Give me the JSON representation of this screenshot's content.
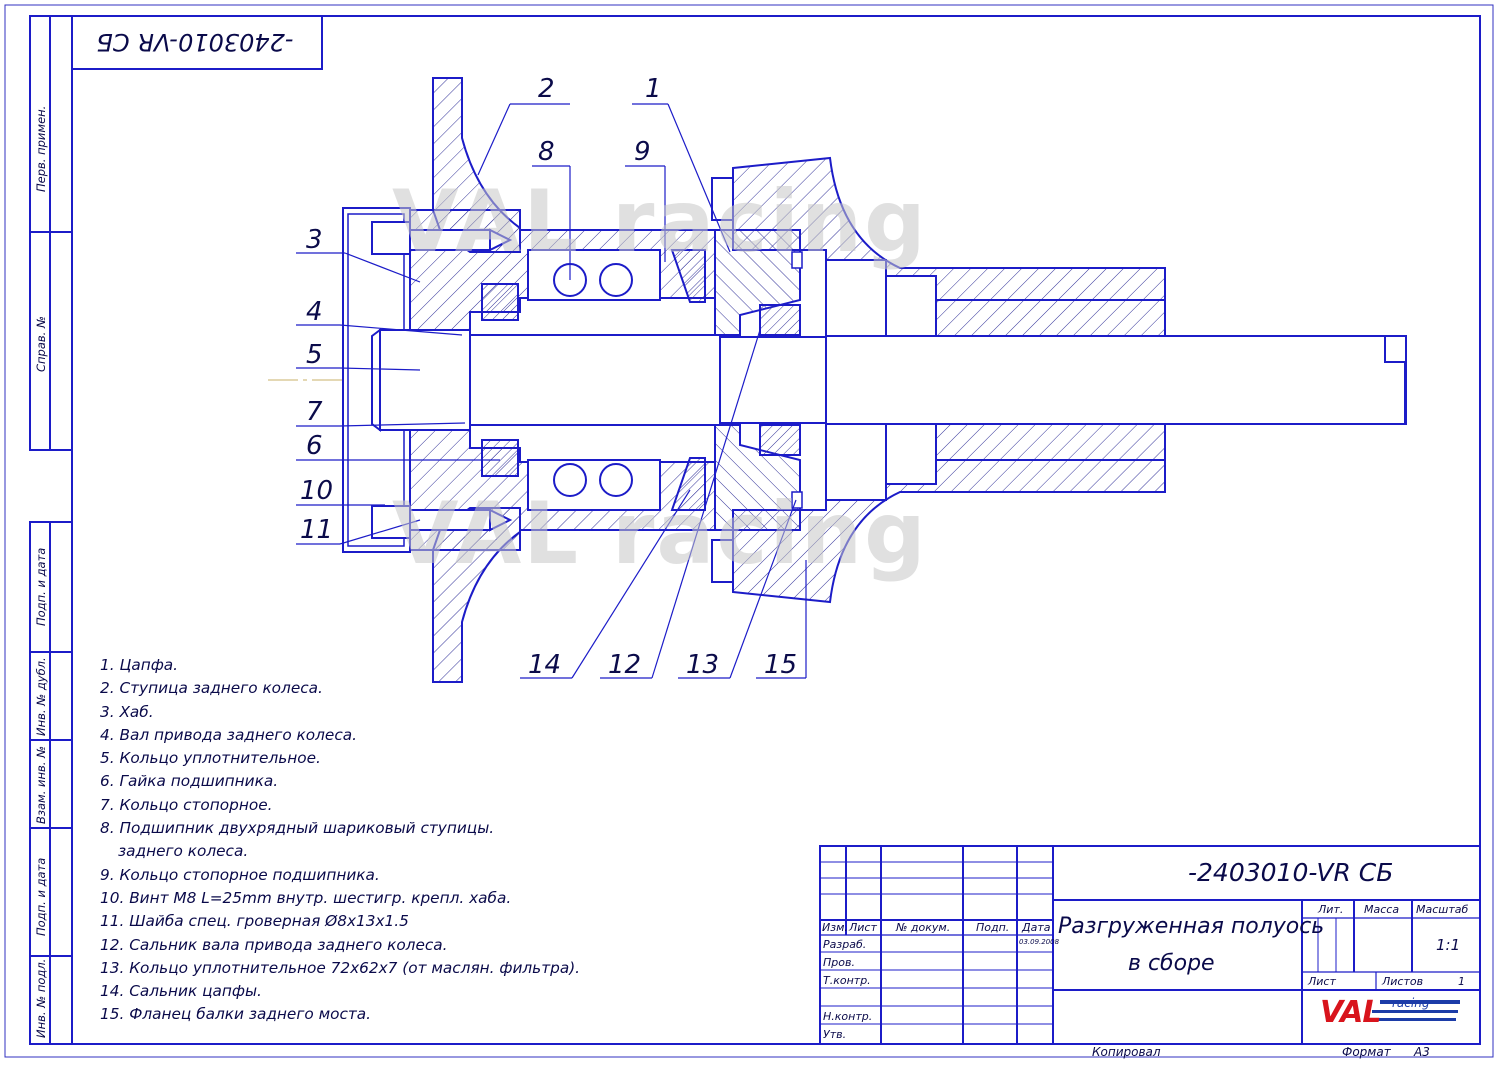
{
  "drawing": {
    "stamp_top": "-2403010-VR СБ",
    "watermark": "VAL racing"
  },
  "callouts": [
    "1",
    "2",
    "3",
    "4",
    "5",
    "6",
    "7",
    "8",
    "9",
    "10",
    "11",
    "12",
    "13",
    "14",
    "15"
  ],
  "parts_list": [
    "1. Цапфа.",
    "2. Ступица заднего колеса.",
    "3. Хаб.",
    "4. Вал привода заднего колеса.",
    "5. Кольцо уплотнительное.",
    "6. Гайка подшипника.",
    "7. Кольцо стопорное.",
    "8. Подшипник двухрядный шариковый ступицы.",
    "заднего колеса.",
    "9. Кольцо стопорное подшипника.",
    "10. Винт М8 L=25mm внутр. шестигр. крепл. хаба.",
    "11. Шайба спец. гроверная Ø8x13x1.5",
    "12. Сальник вала привода заднего колеса.",
    "13. Кольцо уплотнительное 72x62x7 (от маслян. фильтра).",
    "14. Сальник цапфы.",
    "15. Фланец балки заднего моста."
  ],
  "side_fields": {
    "perv_primen": "Перв. примен.",
    "sprav_no": "Справ. №",
    "podp_data_1": "Подп. и дата",
    "inv_dubl": "Инв. № дубл.",
    "vzam_inv": "Взам. инв. №",
    "podp_data_2": "Подп. и дата",
    "inv_podl": "Инв. № подл."
  },
  "title_block": {
    "designation": "-2403010-VR СБ",
    "title_line1": "Разгруженная полуось",
    "title_line2": "в сборе",
    "col_izm": "Изм.",
    "col_list": "Лист",
    "col_doc": "№ докум.",
    "col_podp": "Подп.",
    "col_data": "Дата",
    "date_value": "03.09.2008",
    "row_razrab": "Разраб.",
    "row_prov": "Пров.",
    "row_tkontr": "Т.контр.",
    "row_nkontr": "Н.контр.",
    "row_utv": "Утв.",
    "lit": "Лит.",
    "massa": "Масса",
    "masshtab": "Масштаб",
    "scale_value": "1:1",
    "list": "Лист",
    "listov": "Листов",
    "listov_value": "1",
    "logo_main": "VAL",
    "logo_sub": "racing",
    "kopiroval": "Копировал",
    "format": "Формат",
    "format_value": "А3"
  },
  "colors": {
    "frame": "#1c1cc8",
    "hatch": "#3a3a9a",
    "text": "#0a0a4a",
    "watermark": "#c8c8c8",
    "logo_red": "#d8141c",
    "logo_blue": "#1c3ca8"
  }
}
